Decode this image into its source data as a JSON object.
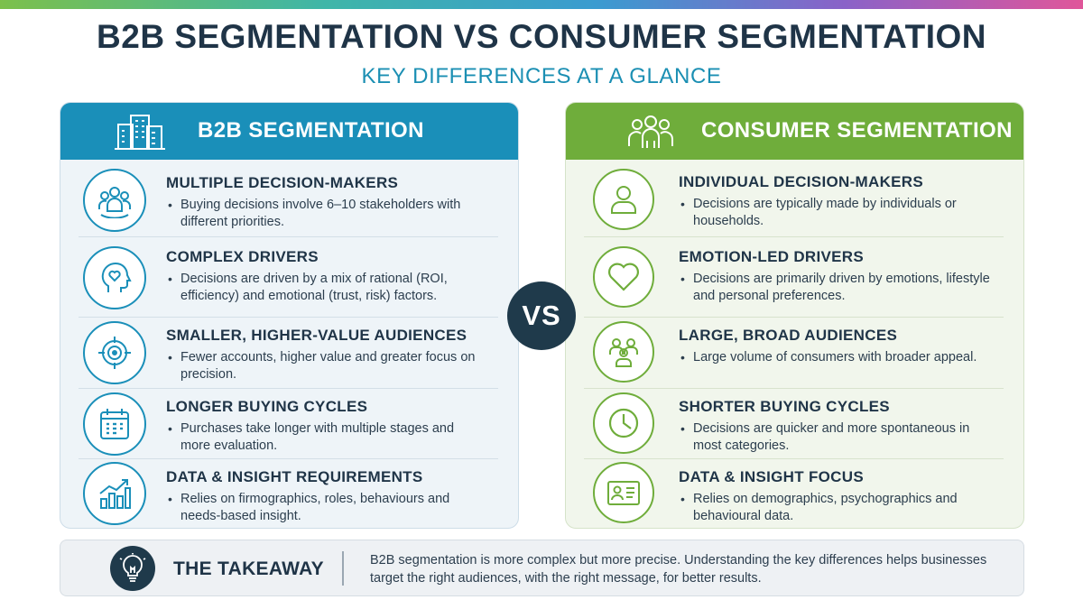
{
  "colors": {
    "b2b_accent": "#1a8fb9",
    "consumer_accent": "#6fad3b",
    "dark": "#1f3a4b",
    "subtitle": "#1b8fb3"
  },
  "title": "B2B SEGMENTATION VS CONSUMER SEGMENTATION",
  "subtitle": "KEY DIFFERENCES AT A GLANCE",
  "vs_label": "VS",
  "b2b": {
    "header_icon": "office-building-icon",
    "title": "B2B SEGMENTATION",
    "items": [
      {
        "icon": "group-people-icon",
        "title": "MULTIPLE DECISION-MAKERS",
        "text": "Buying decisions involve 6–10 stakeholders with different priorities."
      },
      {
        "icon": "head-heart-icon",
        "title": "COMPLEX DRIVERS",
        "text": "Decisions are driven by a mix of rational (ROI, efficiency) and emotional (trust, risk) factors."
      },
      {
        "icon": "target-icon",
        "title": "SMALLER, HIGHER-VALUE AUDIENCES",
        "text": "Fewer accounts, higher value and greater focus on precision."
      },
      {
        "icon": "calendar-icon",
        "title": "LONGER BUYING CYCLES",
        "text": "Purchases take longer with multiple stages and more evaluation."
      },
      {
        "icon": "growth-chart-icon",
        "title": "DATA & INSIGHT REQUIREMENTS",
        "text": "Relies on firmographics, roles, behaviours and needs-based insight."
      }
    ]
  },
  "consumer": {
    "header_icon": "people-group-icon",
    "title": "CONSUMER SEGMENTATION",
    "items": [
      {
        "icon": "person-icon",
        "title": "INDIVIDUAL DECISION-MAKERS",
        "text": "Decisions are typically made by individuals or households."
      },
      {
        "icon": "heart-icon",
        "title": "EMOTION-LED DRIVERS",
        "text": "Decisions are primarily driven by emotions, lifestyle and personal preferences."
      },
      {
        "icon": "crowd-icon",
        "title": "LARGE, BROAD AUDIENCES",
        "text": "Large volume of consumers with broader appeal."
      },
      {
        "icon": "clock-icon",
        "title": "SHORTER BUYING CYCLES",
        "text": "Decisions are quicker and more spontaneous in most categories."
      },
      {
        "icon": "id-card-icon",
        "title": "DATA & INSIGHT FOCUS",
        "text": "Relies on demographics, psychographics and behavioural data."
      }
    ]
  },
  "takeaway": {
    "icon": "lightbulb-icon",
    "title": "THE TAKEAWAY",
    "text": "B2B segmentation is more complex but more precise. Understanding the key differences helps businesses target the right audiences, with the right message, for better results."
  }
}
